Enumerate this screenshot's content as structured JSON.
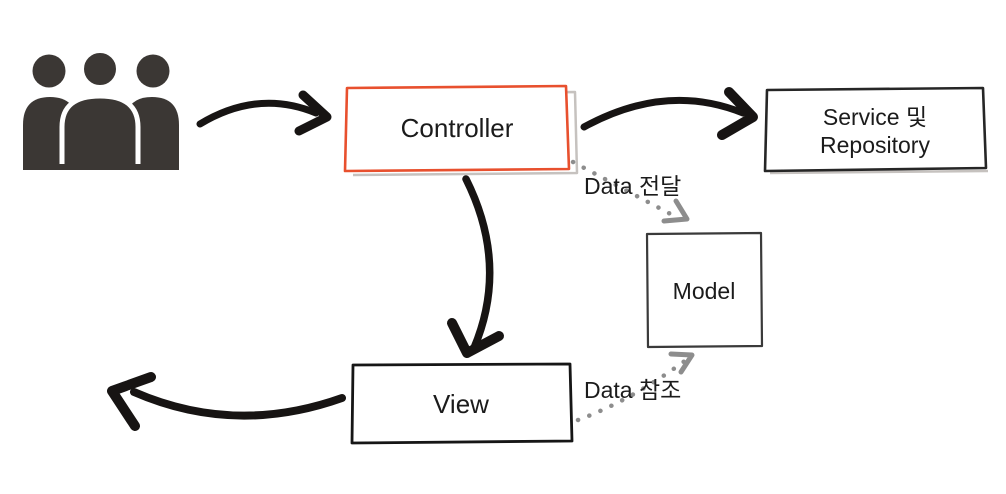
{
  "diagram": {
    "description": "Hand-drawn MVC architecture flow diagram",
    "nodes": {
      "users": {
        "icon": "users-icon"
      },
      "controller": {
        "label": "Controller"
      },
      "service": {
        "label_line1": "Service 및",
        "label_line2": "Repository"
      },
      "model": {
        "label": "Model"
      },
      "view": {
        "label": "View"
      }
    },
    "edges": {
      "users_to_controller": {
        "style": "solid-curved"
      },
      "controller_to_service": {
        "style": "solid-curved"
      },
      "controller_to_view": {
        "style": "solid-curved"
      },
      "controller_to_model": {
        "style": "dotted",
        "label": "Data 전달"
      },
      "view_to_model": {
        "style": "dotted",
        "label": "Data 참조"
      },
      "view_to_users": {
        "style": "solid-curved"
      }
    },
    "colors": {
      "background": "#ffffff",
      "arrow": "#171413",
      "dotted_arrow": "#8d8d8d",
      "controller_border": "#e8502e",
      "controller_shadow": "#c6c2bf",
      "box_border": "#262626",
      "people": "#3b3734",
      "text": "#1b1b1b"
    }
  }
}
